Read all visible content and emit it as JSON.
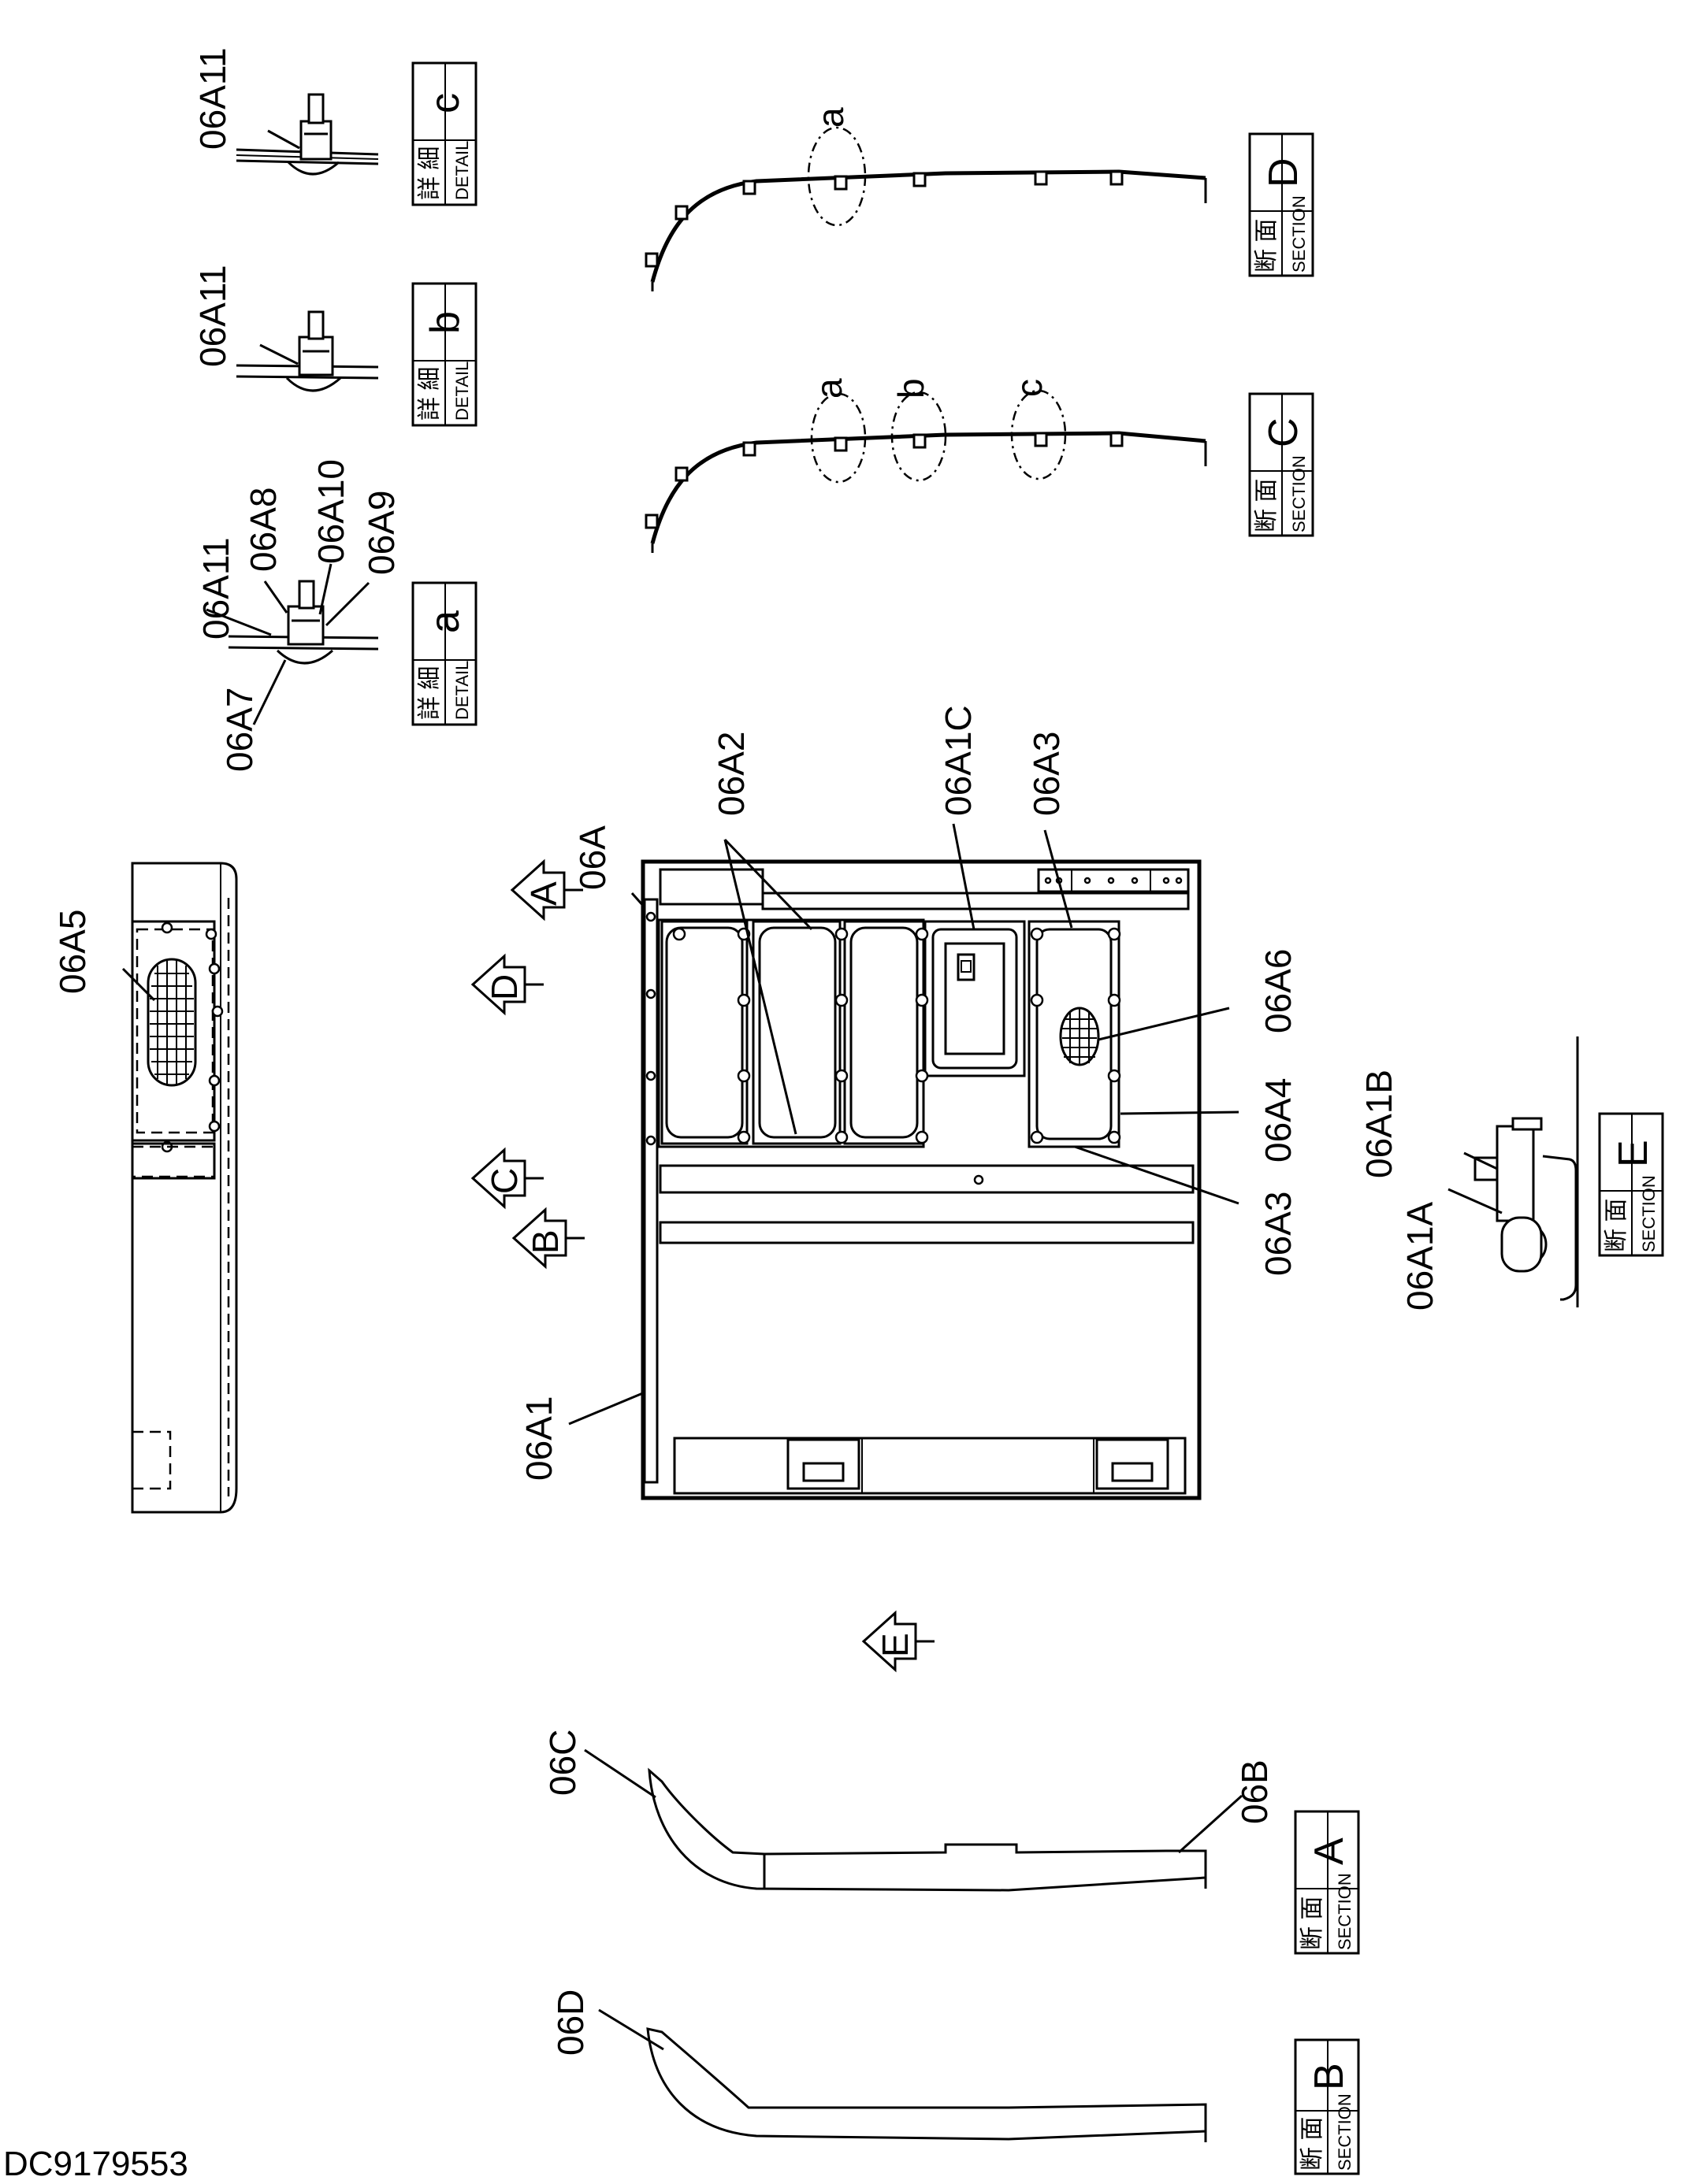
{
  "labels": {
    "p06A": "06A",
    "p06A1": "06A1",
    "p06A1A": "06A1A",
    "p06A1B": "06A1B",
    "p06A1C": "06A1C",
    "p06A2": "06A2",
    "p06A3": "06A3",
    "p06A3b": "06A3",
    "p06A4": "06A4",
    "p06A5": "06A5",
    "p06A6": "06A6",
    "p06A7": "06A7",
    "p06A8": "06A8",
    "p06A9": "06A9",
    "p06A10": "06A10",
    "p06A11a": "06A11",
    "p06A11b": "06A11",
    "p06A11c": "06A11",
    "p06B": "06B",
    "p06C": "06C",
    "p06D": "06D"
  },
  "details": [
    {
      "letter": "a",
      "kanji": "詳 細",
      "word": "DETAIL"
    },
    {
      "letter": "b",
      "kanji": "詳 細",
      "word": "DETAIL"
    },
    {
      "letter": "c",
      "kanji": "詳 細",
      "word": "DETAIL"
    }
  ],
  "sections": {
    "A": {
      "letter": "A",
      "kanji": "断 面",
      "word": "SECTION"
    },
    "B": {
      "letter": "B",
      "kanji": "断 面",
      "word": "SECTION"
    },
    "C": {
      "letter": "C",
      "kanji": "断 面",
      "word": "SECTION"
    },
    "D": {
      "letter": "D",
      "kanji": "断 面",
      "word": "SECTION"
    },
    "E": {
      "letter": "E",
      "kanji": "断 面",
      "word": "SECTION"
    }
  },
  "view_arrows": {
    "A": "A",
    "B": "B",
    "C": "C",
    "D": "D",
    "E": "E"
  },
  "callouts": {
    "a": "a",
    "b": "b",
    "c": "c"
  },
  "doc_number": "DC9179553"
}
